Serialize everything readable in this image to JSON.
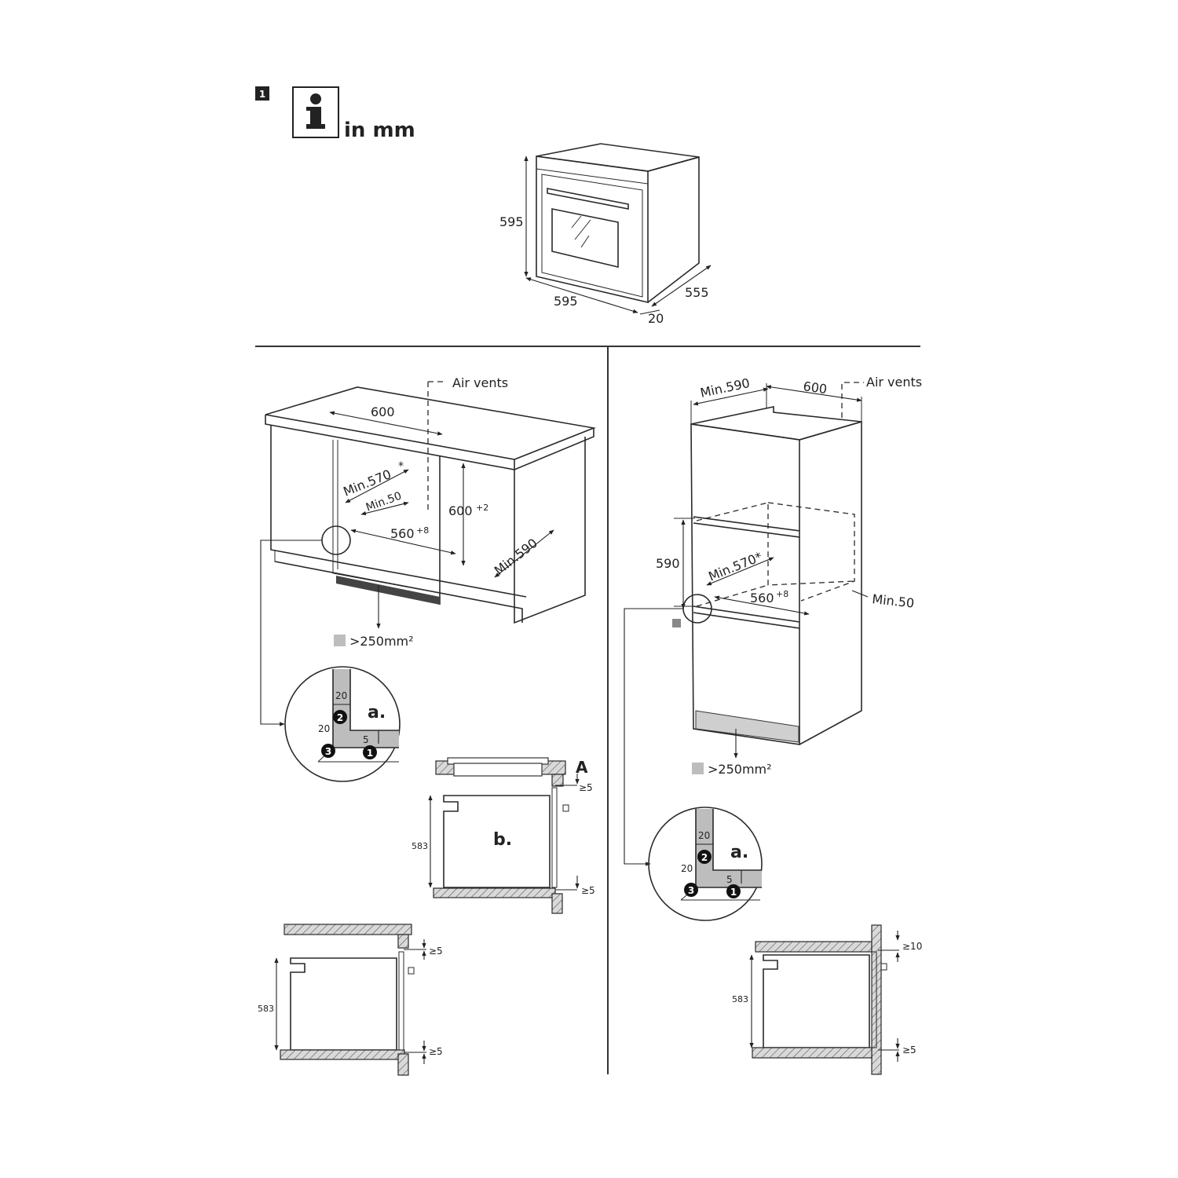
{
  "header": {
    "step_number": "1",
    "unit_label": "in mm"
  },
  "oven": {
    "height": "595",
    "width": "595",
    "depth": "555",
    "front": "20"
  },
  "under_counter": {
    "air_vents": "Air vents",
    "width": "600",
    "min_depth_front": "Min.570",
    "star": "*",
    "min_50": "Min.50",
    "height": "600",
    "height_tol": "+2",
    "inner_width": "560",
    "inner_tol": "+8",
    "min_590": "Min.590",
    "vent_area": ">250mm²"
  },
  "tall_unit": {
    "min_590": "Min.590",
    "width": "600",
    "air_vents": "Air vents",
    "height": "590",
    "min_570": "Min.570*",
    "inner_width": "560",
    "inner_tol": "+8",
    "min_50": "Min.50",
    "vent_area": ">250mm²"
  },
  "detail_a": {
    "label": "a.",
    "d20_top": "20",
    "d20_side": "20",
    "d5": "5",
    "n1": "1",
    "n2": "2",
    "n3": "3"
  },
  "detail_b": {
    "label": "b.",
    "letter_a": "A",
    "height": "583",
    "gap_top": "≥5",
    "gap_bottom": "≥5"
  },
  "section_bottom_left": {
    "height": "583",
    "gap_top": "≥5",
    "gap_bottom": "≥5"
  },
  "section_bottom_right": {
    "height": "583",
    "gap_top": "≥10",
    "gap_bottom": "≥5"
  }
}
